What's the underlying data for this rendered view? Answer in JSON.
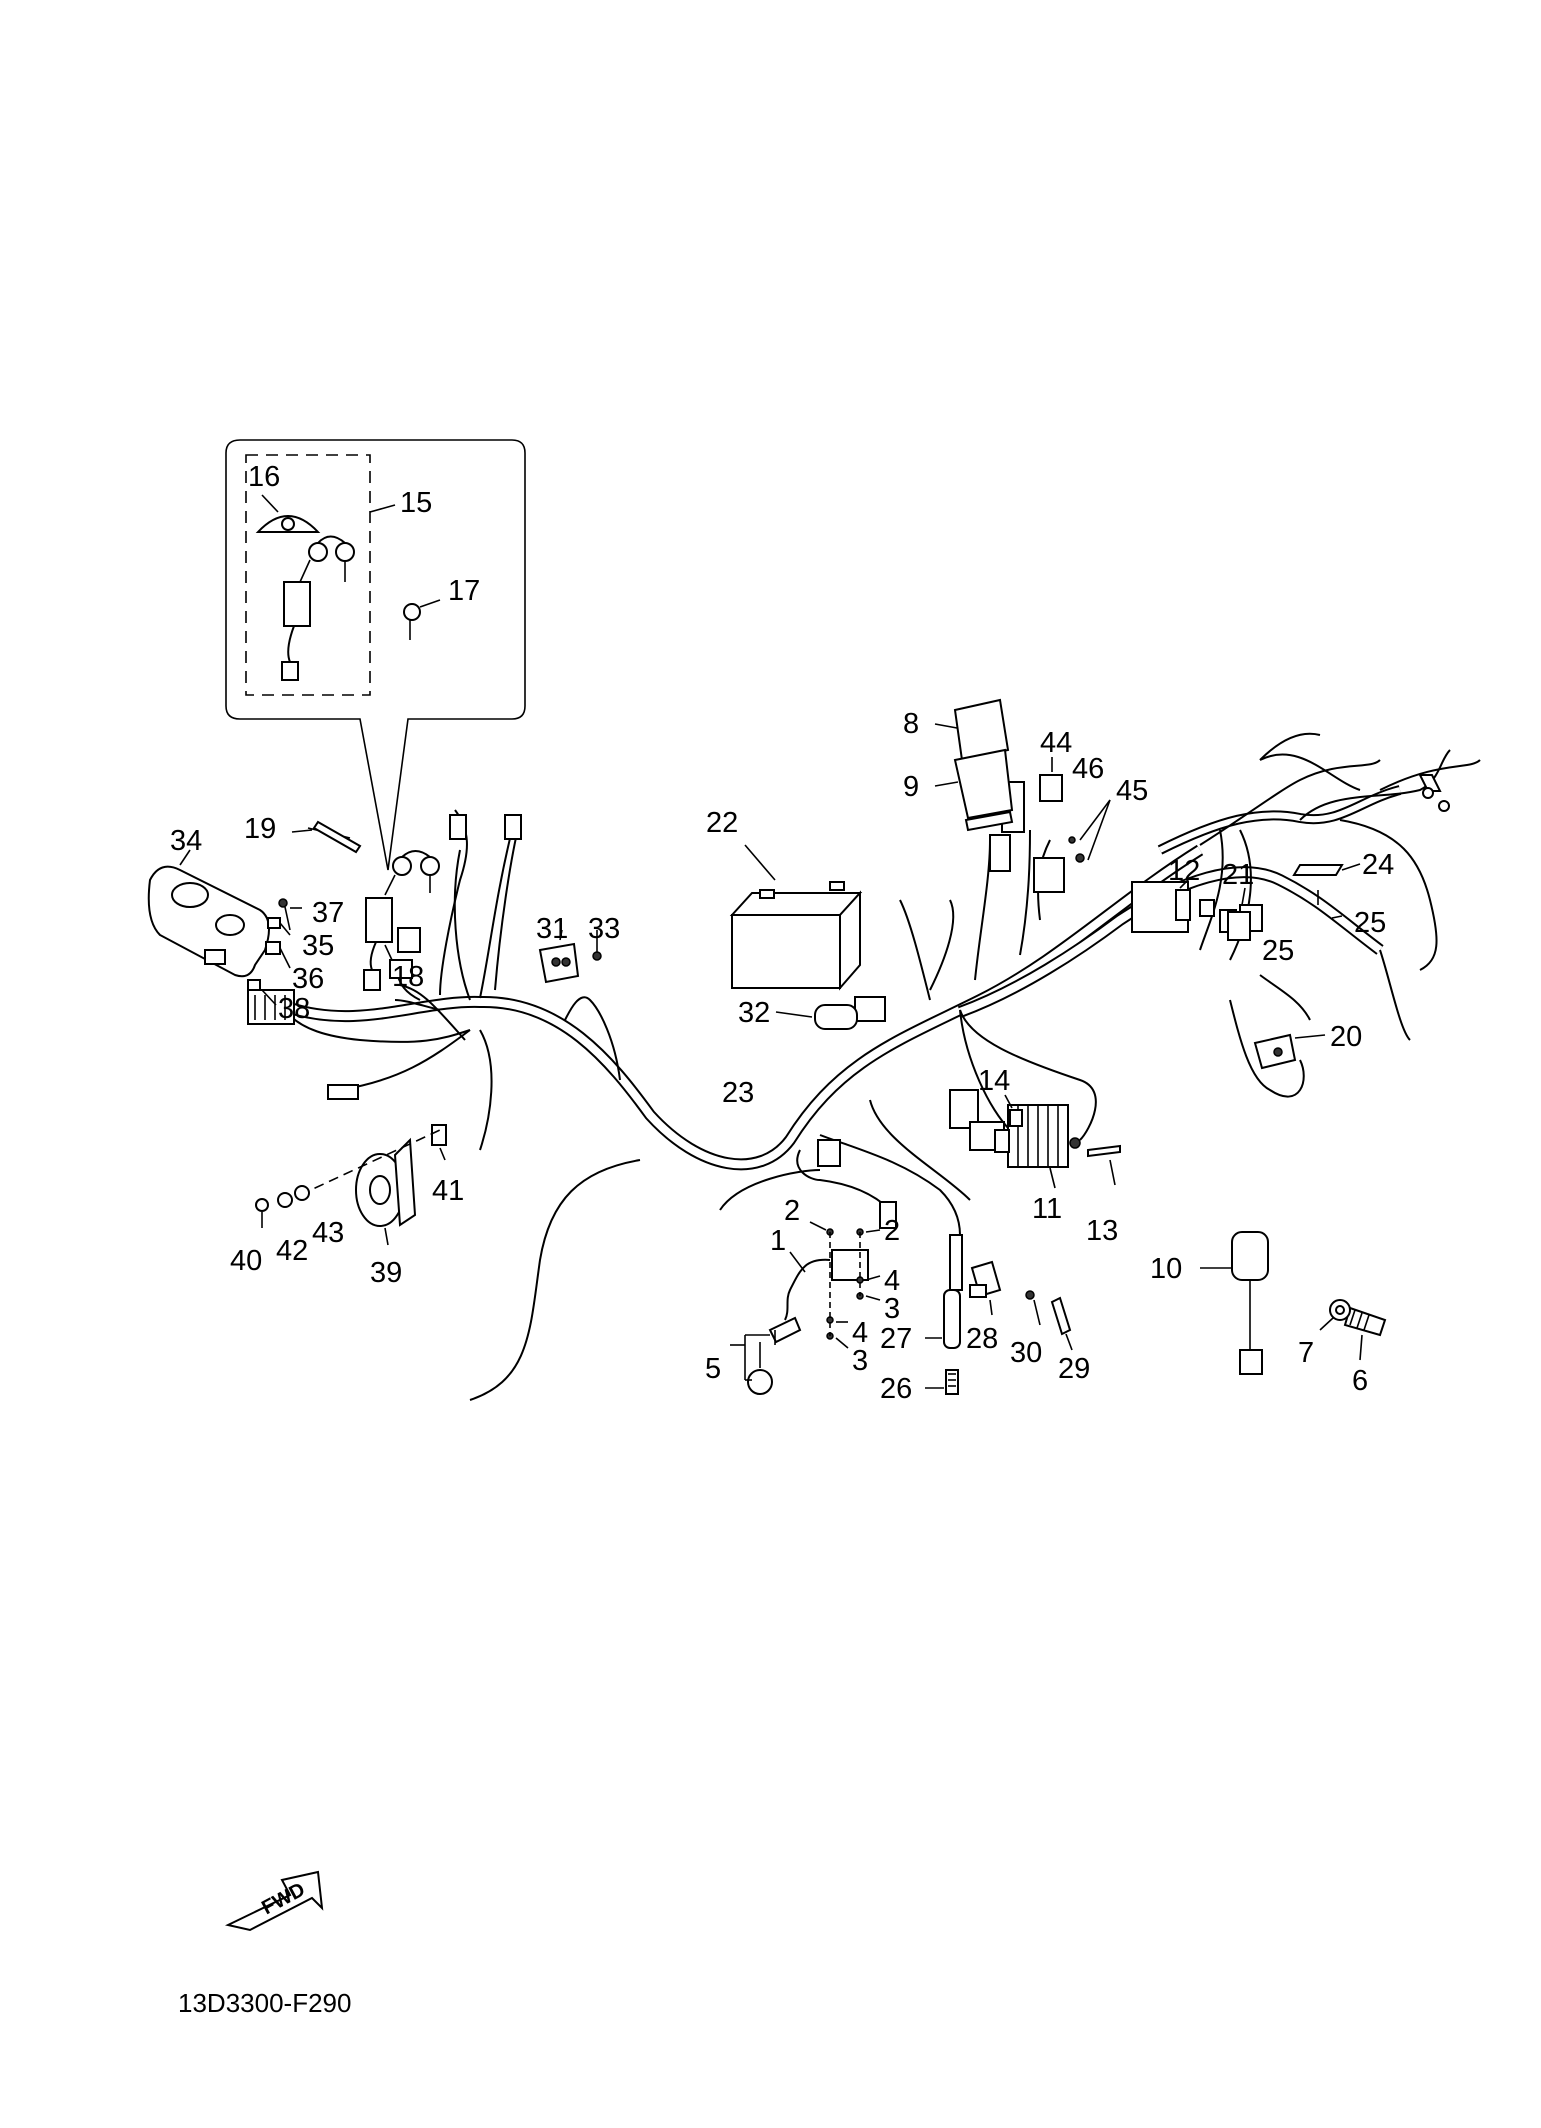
{
  "diagram": {
    "code": "13D3300-F290",
    "fwd_label": "FWD",
    "callouts": [
      "1",
      "2",
      "3",
      "4",
      "5",
      "6",
      "7",
      "8",
      "9",
      "10",
      "11",
      "12",
      "13",
      "14",
      "15",
      "16",
      "17",
      "18",
      "19",
      "20",
      "21",
      "22",
      "23",
      "24",
      "25",
      "26",
      "27",
      "28",
      "29",
      "30",
      "31",
      "32",
      "33",
      "34",
      "35",
      "36",
      "37",
      "38",
      "39",
      "40",
      "41",
      "42",
      "43",
      "44",
      "45",
      "46"
    ]
  }
}
